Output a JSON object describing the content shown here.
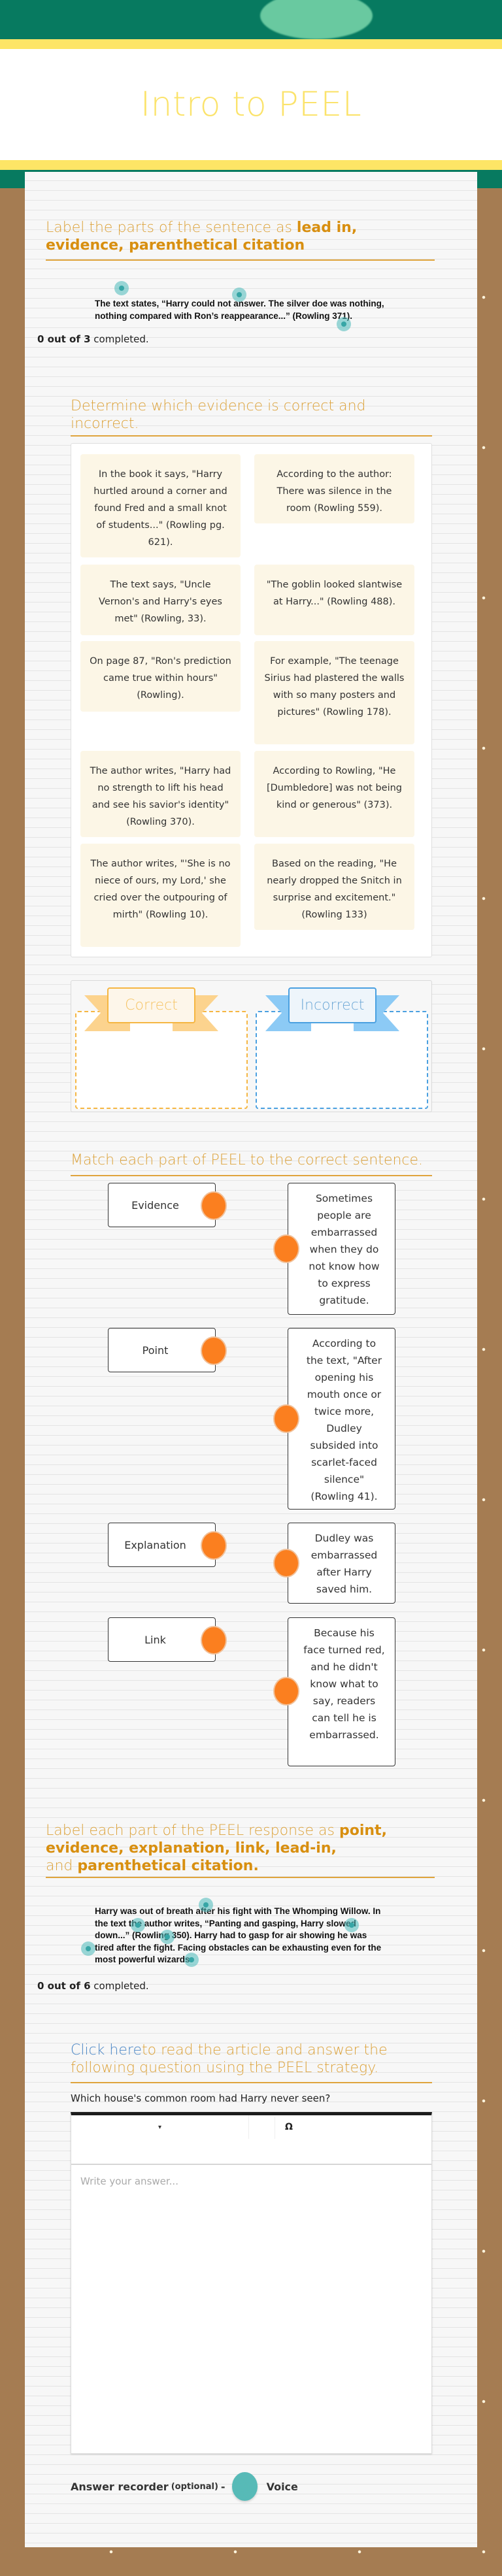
{
  "header": {
    "title": "Intro to PEEL",
    "colors": {
      "green": "#077a60",
      "yellow": "#fde566",
      "title": "#fbe36b"
    }
  },
  "section_label_sentence": {
    "heading_plain": "Label the parts of the sentence as ",
    "heading_bold": "lead in, evidence, parenthetical citation",
    "sentence_line1": "The text states, “Harry could not answer. The silver doe was nothing,",
    "sentence_line2": "nothing compared with Ron’s reappearance...” (Rowling 371).",
    "hotspot_count": 3,
    "progress_bold": "0 out of 3",
    "progress_rest": " completed."
  },
  "section_evidence": {
    "heading": "Determine which evidence is correct and incorrect.",
    "cards": [
      "In the book it says, \"Harry hurtled around a corner and found Fred and a small knot of students...\" (Rowling pg. 621).",
      "According to the author: There was silence in the room (Rowling 559).",
      "The text says, \"Uncle Vernon's and Harry's eyes met\" (Rowling, 33).",
      "\"The goblin looked slantwise at Harry...\" (Rowling 488).",
      "On page 87, \"Ron's prediction came true within hours\" (Rowling).",
      "For example, \"The teenage Sirius had plastered the walls with so many posters and pictures\" (Rowling 178).",
      "The author writes, \"Harry had no strength to lift his head and see his savior's identity\" (Rowling 370).",
      "According to Rowling, \"He [Dumbledore] was not being kind or generous\" (373).",
      "The author writes, \"'She is no niece of ours, my Lord,' she cried over the outpouring of mirth\" (Rowling 10).",
      "Based on the reading, \"He nearly dropped the Snitch in surprise and excitement.\" (Rowling 133)"
    ],
    "bins": {
      "correct": "Correct",
      "incorrect": "Incorrect"
    },
    "colors": {
      "card_bg": "#fcf6e6",
      "correct": "#f5b642",
      "incorrect": "#4aa0e0"
    }
  },
  "section_match": {
    "heading": "Match each part of PEEL to the correct sentence.",
    "left": [
      "Evidence",
      "Point",
      "Explanation",
      "Link"
    ],
    "right": [
      "Sometimes people are embarrassed when they do not know how to express gratitude.",
      "According to the text, \"After opening his mouth once or twice more, Dudley subsided into scarlet-faced silence\" (Rowling 41).",
      "Dudley was embarrassed after Harry saved him.",
      "Because his face turned red, and he didn't know what to say, readers can tell he is embarrassed."
    ],
    "dot_color": "#fb7f1f"
  },
  "section_label_peel": {
    "heading_plain_1": "Label each part of the PEEL response as ",
    "heading_bold_1": "point, evidence, explanation, link, lead-in,",
    "heading_plain_2": "and ",
    "heading_bold_2": "parenthetical citation.",
    "paragraph_lines": [
      "Harry was out of breath after his fight with The Whomping Willow.  In",
      "the text the author writes, “Panting and gasping, Harry slowed",
      "down...” (Rowling 350).  Harry had to gasp for air showing he was",
      "tired after the fight. Facing obstacles can be exhausting even for the",
      "most powerful wizards."
    ],
    "hotspot_count": 6,
    "progress_bold": "0 out of 6",
    "progress_rest": " completed."
  },
  "section_answer": {
    "heading_link": "Click here",
    "heading_rest": "to read the article and answer the following question using the PEEL strategy.",
    "question": "Which house's common room had Harry never seen?",
    "toolbar": {
      "dropdown_icon": "▾",
      "special_char_icon": "Ω"
    },
    "answer_placeholder": "Write your answer...",
    "answer_value": "",
    "recorder_label": "Answer recorder",
    "recorder_optional": "(optional)",
    "recorder_dash": "-",
    "recorder_mode": "Voice",
    "recorder_color": "#57bab7"
  }
}
